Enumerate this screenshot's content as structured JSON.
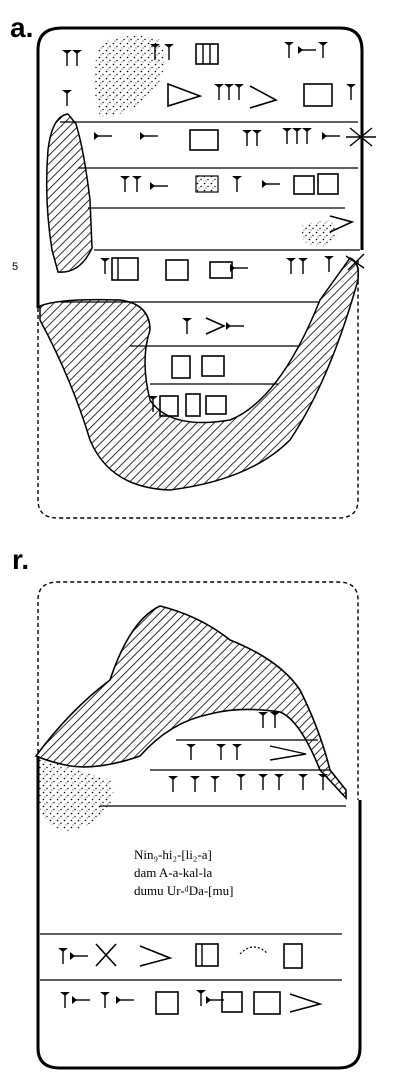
{
  "obverse": {
    "label": "a.",
    "line_number": "5"
  },
  "reverse": {
    "label": "r.",
    "transliteration": [
      "Nin₉-hi₂-[li₂-a]",
      "dam A-a-kal-la",
      "dumu Ur-ᵈDa-[mu]"
    ]
  },
  "colors": {
    "ink": "#000000",
    "background": "#ffffff"
  }
}
